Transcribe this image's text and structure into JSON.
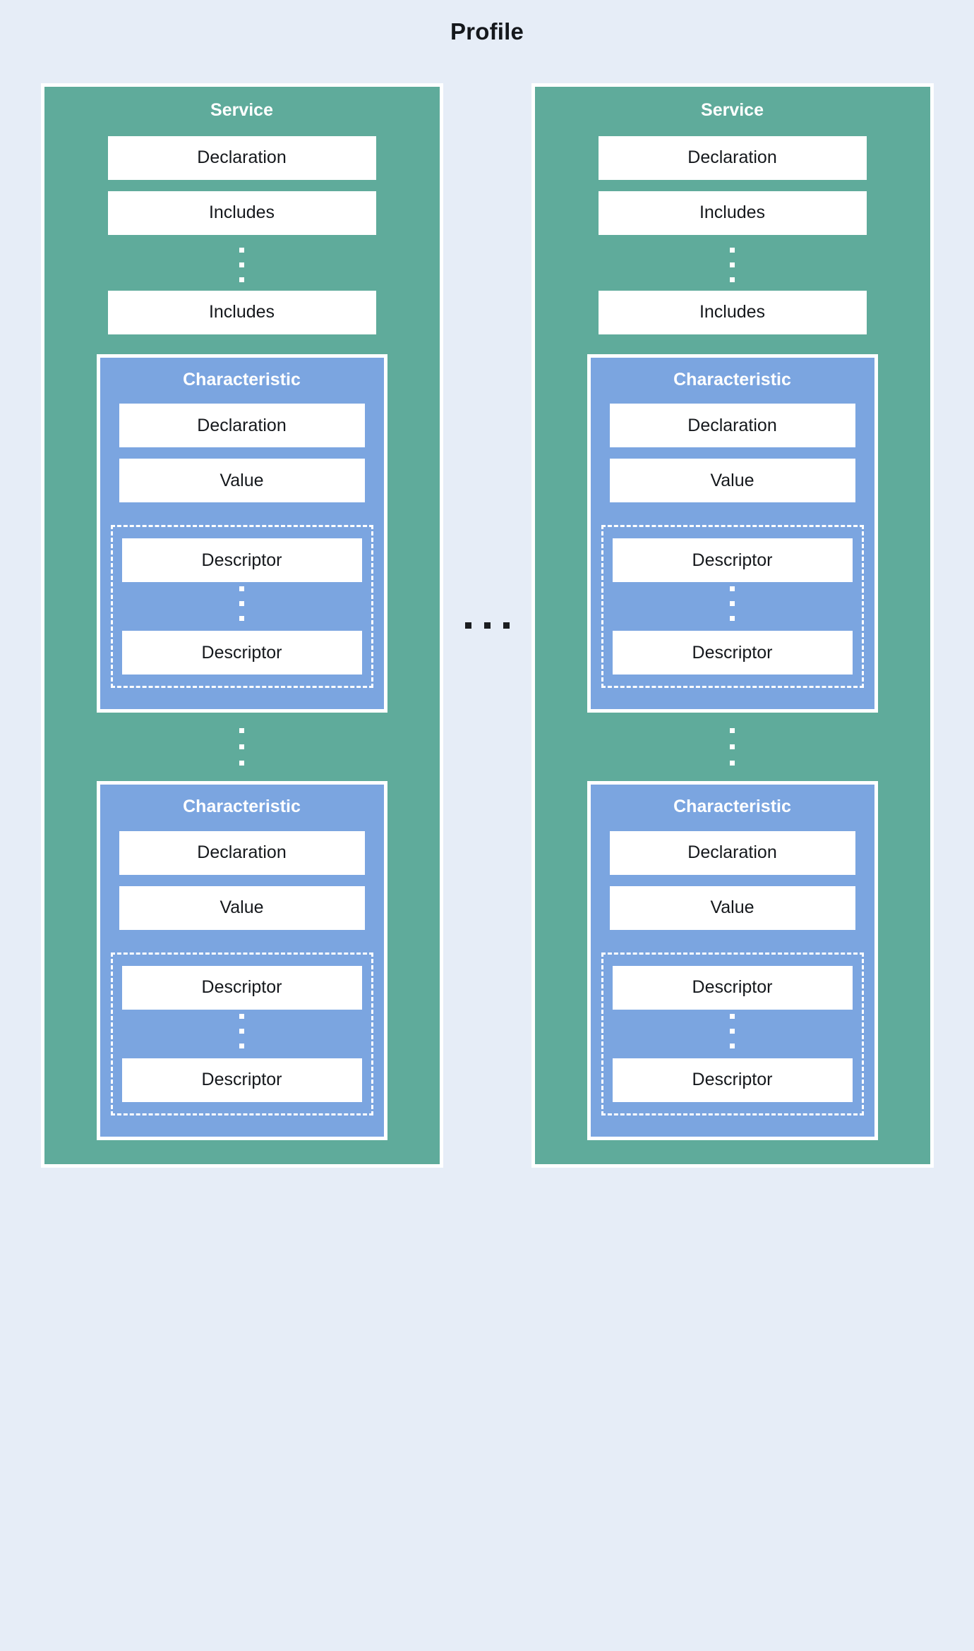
{
  "diagram": {
    "title": "Profile",
    "type": "nested-block-diagram",
    "colors": {
      "background": "#e6edf7",
      "service": "#5fab9b",
      "characteristic": "#7ba5e0",
      "box": "#ffffff",
      "border": "#ffffff",
      "text_dark": "#15181c",
      "text_light": "#ffffff"
    },
    "between_columns_ellipsis": "...",
    "services": [
      {
        "title": "Service",
        "items": [
          {
            "label": "Declaration"
          },
          {
            "label": "Includes"
          }
        ],
        "items_ellipsis": "⋮",
        "items_tail": {
          "label": "Includes"
        },
        "characteristics": [
          {
            "title": "Characteristic",
            "items": [
              {
                "label": "Declaration"
              },
              {
                "label": "Value"
              }
            ],
            "descriptors": {
              "first": {
                "label": "Descriptor"
              },
              "ellipsis": "⋮",
              "last": {
                "label": "Descriptor"
              }
            }
          },
          {
            "title": "Characteristic",
            "items": [
              {
                "label": "Declaration"
              },
              {
                "label": "Value"
              }
            ],
            "descriptors": {
              "first": {
                "label": "Descriptor"
              },
              "ellipsis": "⋮",
              "last": {
                "label": "Descriptor"
              }
            }
          }
        ],
        "characteristics_ellipsis": "⋮"
      },
      {
        "title": "Service",
        "items": [
          {
            "label": "Declaration"
          },
          {
            "label": "Includes"
          }
        ],
        "items_ellipsis": "⋮",
        "items_tail": {
          "label": "Includes"
        },
        "characteristics": [
          {
            "title": "Characteristic",
            "items": [
              {
                "label": "Declaration"
              },
              {
                "label": "Value"
              }
            ],
            "descriptors": {
              "first": {
                "label": "Descriptor"
              },
              "ellipsis": "⋮",
              "last": {
                "label": "Descriptor"
              }
            }
          },
          {
            "title": "Characteristic",
            "items": [
              {
                "label": "Declaration"
              },
              {
                "label": "Value"
              }
            ],
            "descriptors": {
              "first": {
                "label": "Descriptor"
              },
              "ellipsis": "⋮",
              "last": {
                "label": "Descriptor"
              }
            }
          }
        ],
        "characteristics_ellipsis": "⋮"
      }
    ]
  }
}
